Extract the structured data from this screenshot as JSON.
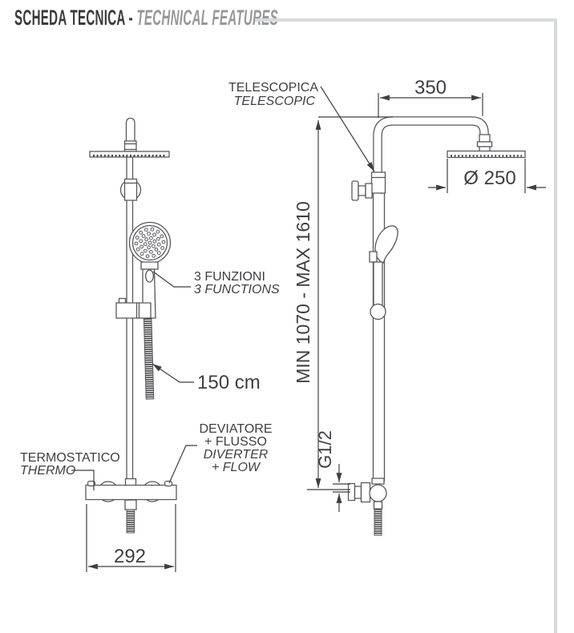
{
  "header": {
    "title_it": "SCHEDA TECNICA - ",
    "title_en": "TECHNICAL FEATURES"
  },
  "left_view": {
    "labels": {
      "functions_line1": "3 FUNZIONI",
      "functions_line2": "3 FUNCTIONS",
      "hose_length": "150 cm",
      "thermostatic_line1": "TERMOSTATICO",
      "thermostatic_line2": "THERMO",
      "diverter_line1": "DEVIATORE",
      "diverter_line2": "+ FLUSSO",
      "diverter_line3": "DIVERTER",
      "diverter_line4": "+ FLOW"
    },
    "dimensions": {
      "body_width": "292"
    }
  },
  "right_view": {
    "labels": {
      "telescopic_line1": "TELESCOPICA",
      "telescopic_line2": "TELESCOPIC"
    },
    "dimensions": {
      "arm_reach": "350",
      "head_diameter": "Ø 250",
      "height_range": "MIN 1070 - MAX 1610",
      "inlet_thread": "G1/2"
    }
  },
  "colors": {
    "bg": "#ffffff",
    "title": "#3b3b3d",
    "title-accent": "#97989a",
    "rule": "#d8d9da",
    "line": "#56575a",
    "ink": "#3e3f42"
  }
}
